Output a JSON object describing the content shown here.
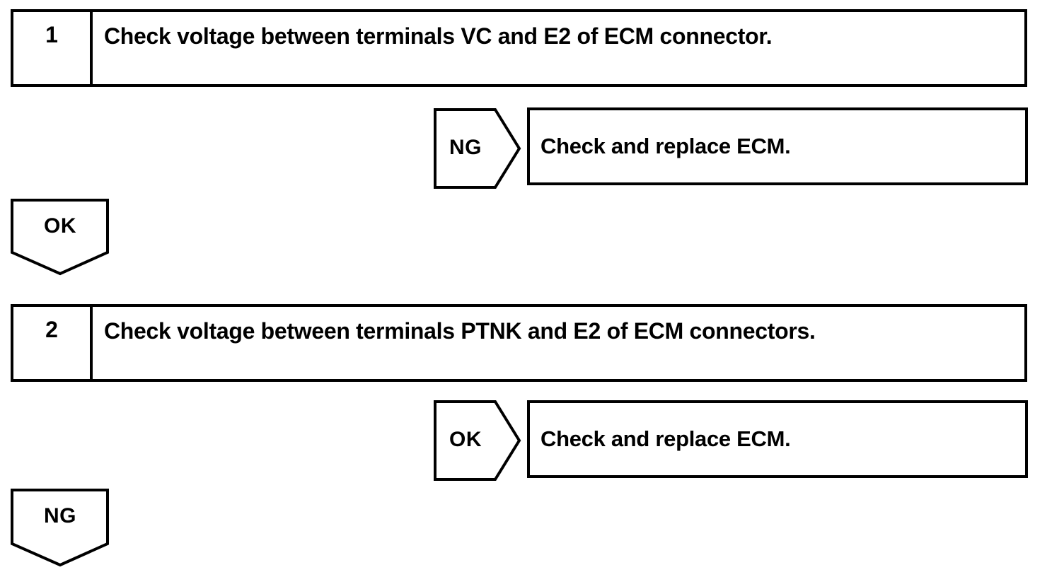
{
  "page": {
    "background": "#ffffff",
    "ink": "#000000"
  },
  "flowchart": {
    "steps": [
      {
        "number": "1",
        "instruction": "Check voltage between terminals VC and E2 of ECM connector."
      },
      {
        "number": "2",
        "instruction": "Check voltage between terminals PTNK and E2 of ECM connectors."
      }
    ],
    "step1_branch": {
      "label": "NG",
      "direction": "right",
      "result": "Check and replace ECM."
    },
    "step1_continue": {
      "label": "OK",
      "direction": "down"
    },
    "step2_branch": {
      "label": "OK",
      "direction": "right",
      "result": "Check and replace ECM."
    },
    "step2_continue": {
      "label": "NG",
      "direction": "down"
    }
  }
}
